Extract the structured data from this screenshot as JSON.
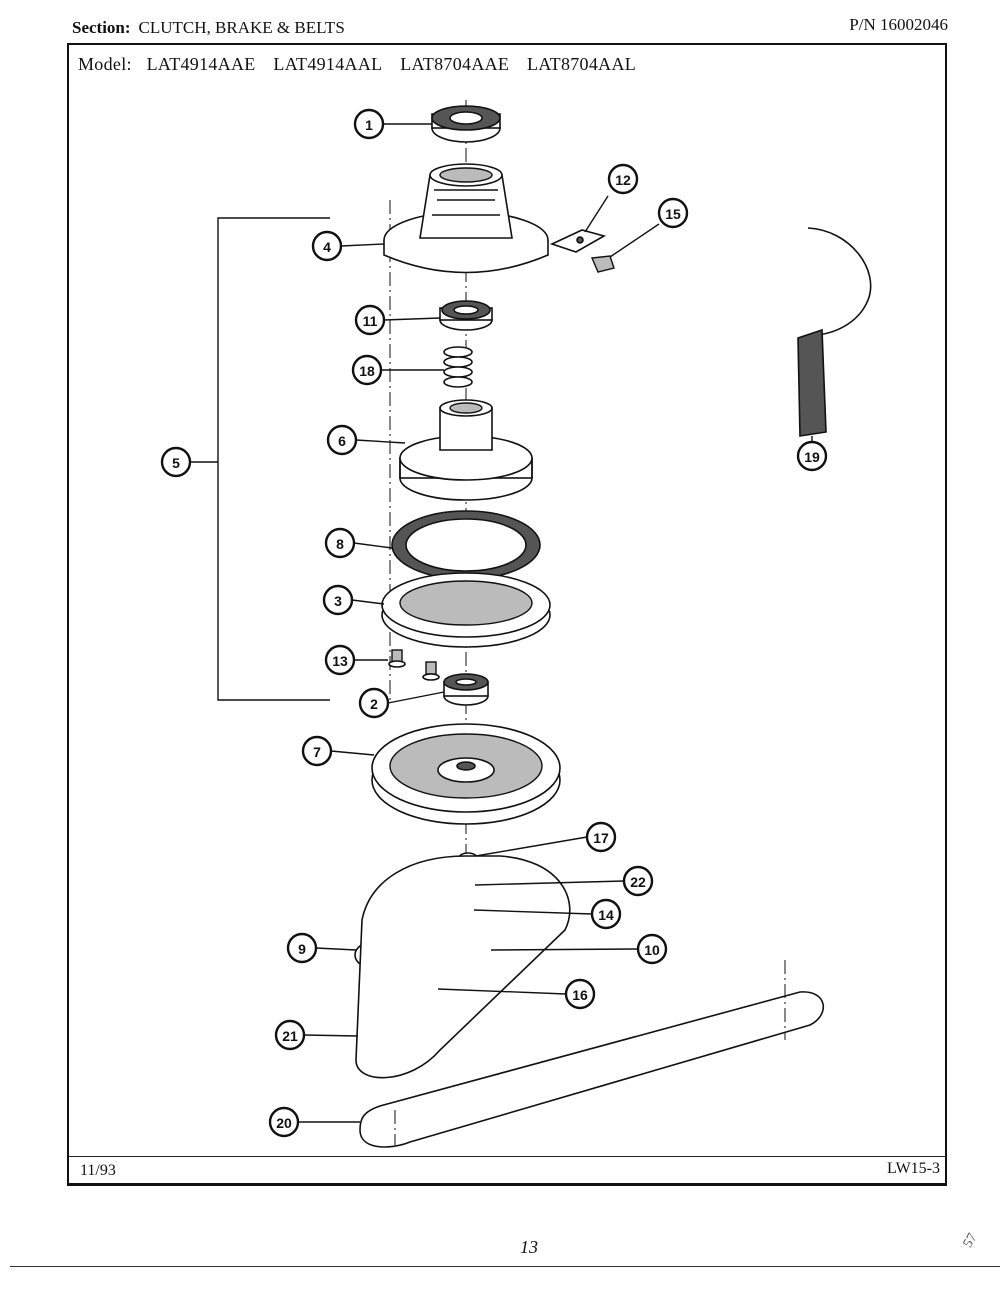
{
  "header": {
    "section_label": "Section:",
    "section_title": "CLUTCH, BRAKE & BELTS",
    "part_number": "P/N 16002046"
  },
  "model": {
    "label": "Model:",
    "numbers": [
      "LAT4914AAE",
      "LAT4914AAL",
      "LAT8704AAE",
      "LAT8704AAL"
    ]
  },
  "callouts": [
    "1",
    "2",
    "3",
    "4",
    "5",
    "6",
    "7",
    "8",
    "9",
    "10",
    "11",
    "12",
    "13",
    "14",
    "15",
    "16",
    "17",
    "18",
    "19",
    "20",
    "21",
    "22"
  ],
  "footer": {
    "date": "11/93",
    "code": "LW15-3"
  },
  "page_number": "13",
  "stray_mark": "57"
}
